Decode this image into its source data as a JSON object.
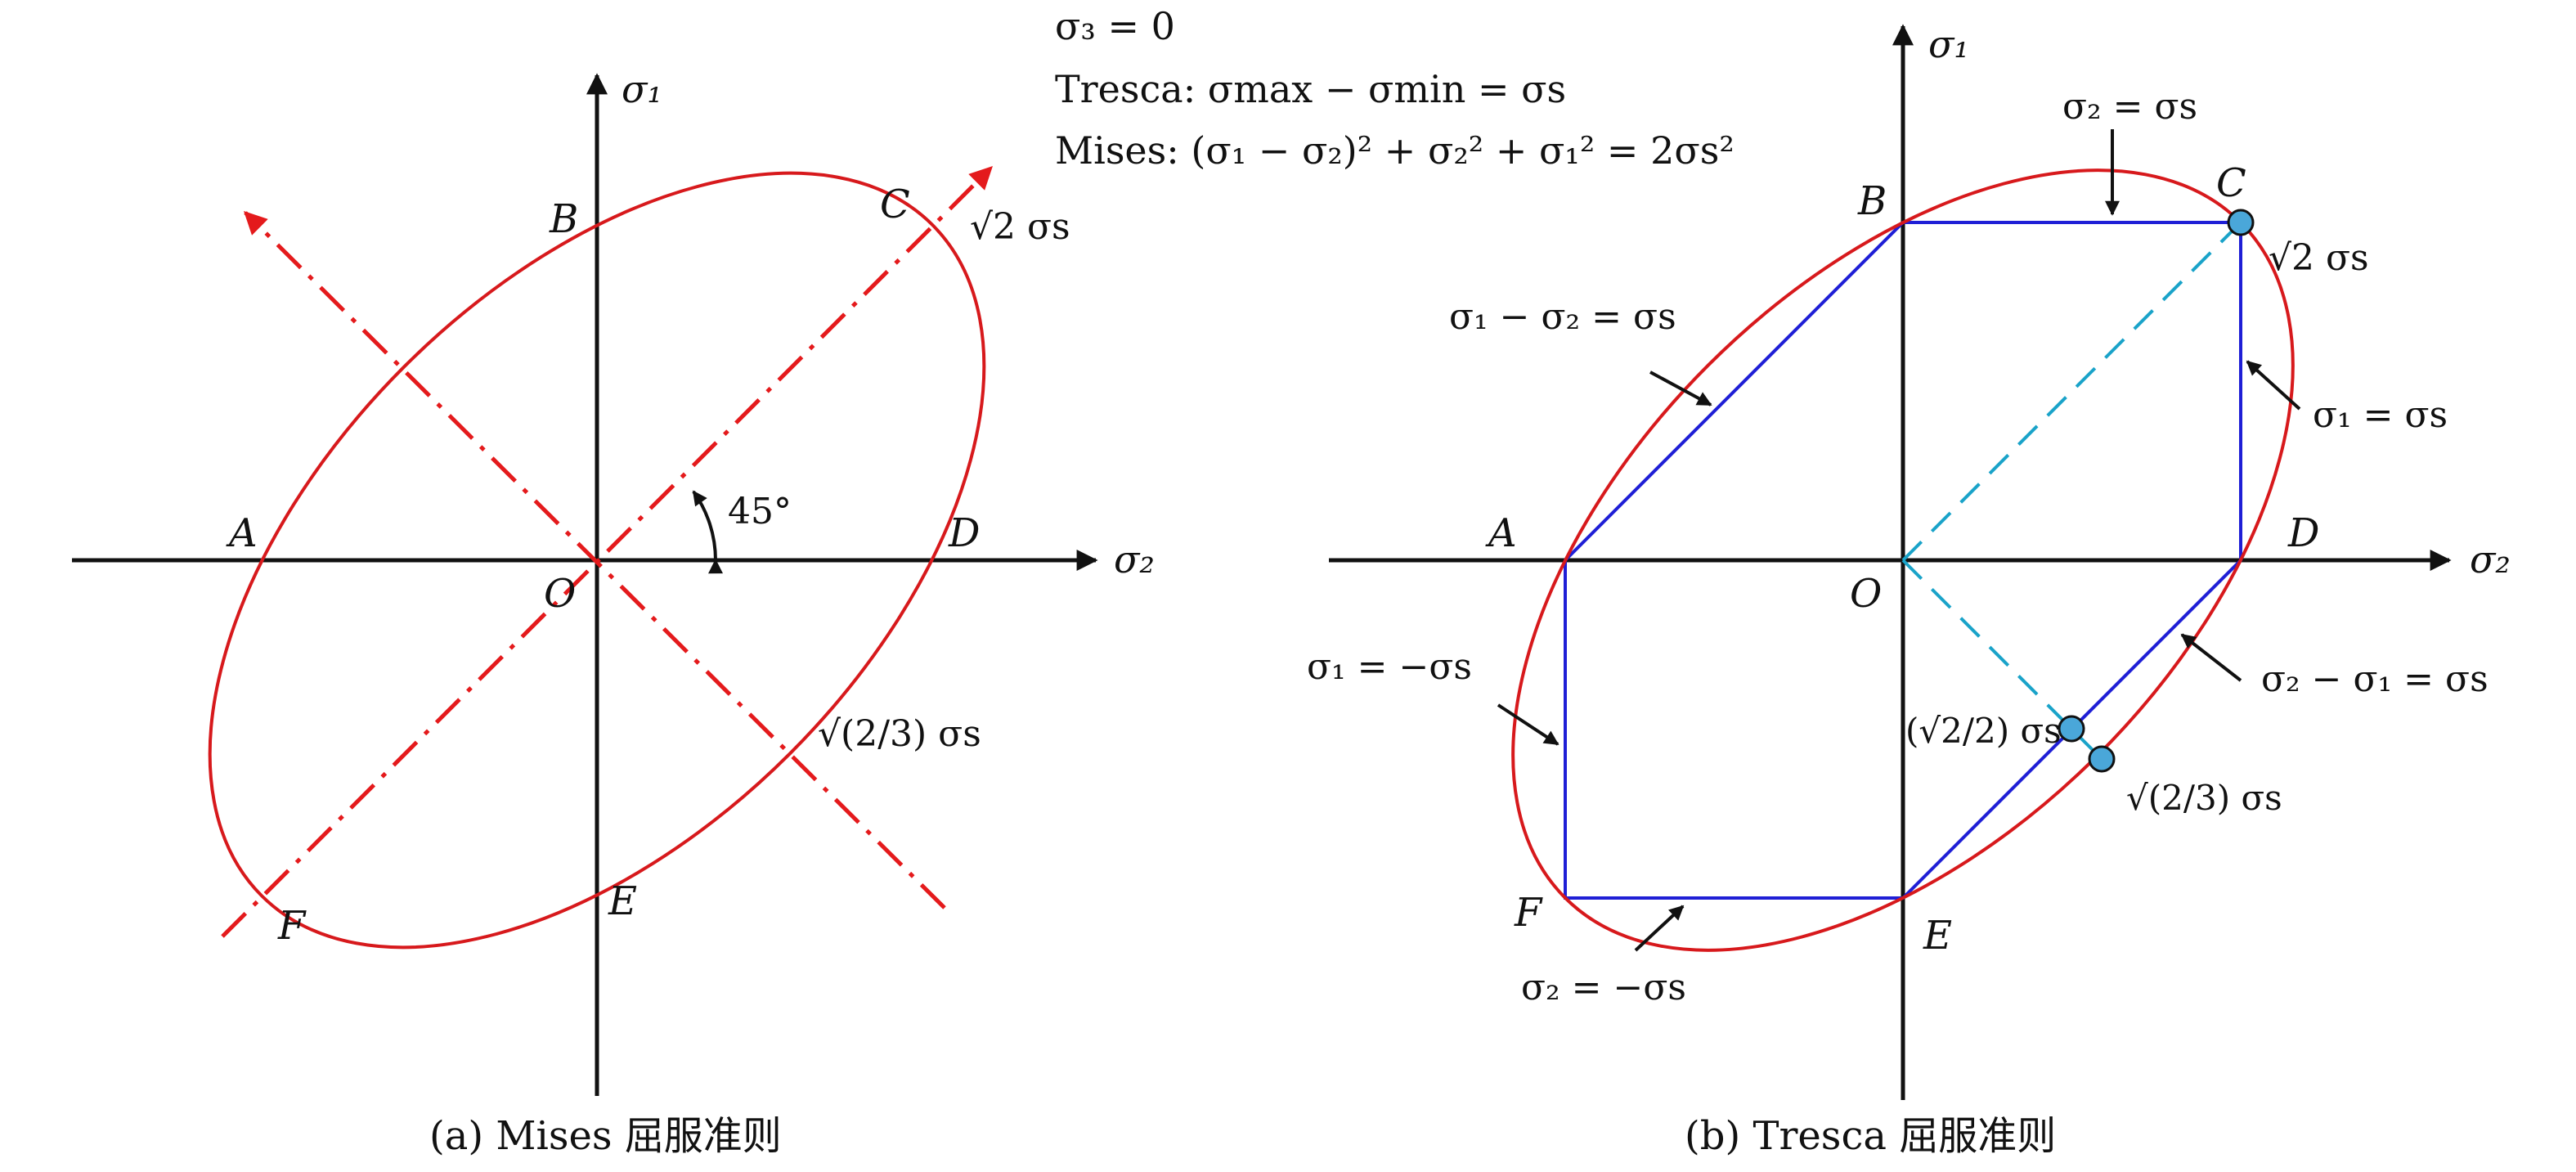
{
  "colors": {
    "axis": "#111111",
    "ellipse": "#d7191c",
    "principal_axis": "#e41a1c",
    "tresca_hexagon": "#1f1fd6",
    "diagonal": "#1aa3c9",
    "point_fill": "#4aa7d9"
  },
  "header": {
    "line1": "σ₃ = 0",
    "line2": "Tresca: σmax − σmin = σs",
    "line3": "Mises: (σ₁ − σ₂)² + σ₂² + σ₁² = 2σs²"
  },
  "left_panel": {
    "caption": "(a) Mises 屈服准则",
    "axis_y": "σ₁",
    "axis_x": "σ₂",
    "points": {
      "A": "A",
      "B": "B",
      "C": "C",
      "D": "D",
      "E": "E",
      "F": "F",
      "O": "O"
    },
    "angle": "45°",
    "major_label": "√2 σs",
    "minor_label": "√(2/3) σs"
  },
  "right_panel": {
    "caption": "(b) Tresca 屈服准则",
    "axis_y": "σ₁",
    "axis_x": "σ₂",
    "points": {
      "A": "A",
      "B": "B",
      "C": "C",
      "D": "D",
      "E": "E",
      "F": "F",
      "O": "O"
    },
    "top_edge": "σ₂ = σs",
    "right_edge": "σ₁ = σs",
    "left_edge": "σ₁ = −σs",
    "bottom_edge": "σ₂ = −σs",
    "upper_slant": "σ₁ − σ₂ = σs",
    "lower_slant": "σ₂ − σ₁ = σs",
    "corner_label": "√2 σs",
    "inner_label": "(√2/2) σs",
    "outer_label": "√(2/3) σs"
  }
}
